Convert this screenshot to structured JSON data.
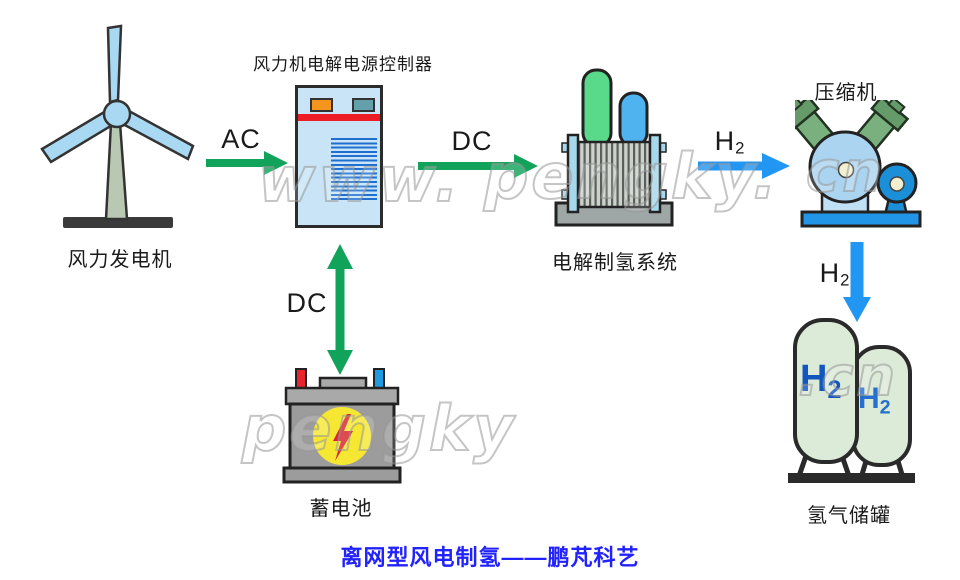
{
  "caption": {
    "text": "离网型风电制氢——鹏芃科艺",
    "color": "#2222ff"
  },
  "nodes": {
    "wind_turbine": {
      "label": "风力发电机"
    },
    "controller": {
      "label": "风力机电解电源控制器"
    },
    "electrolyzer": {
      "label": "电解制氢系统"
    },
    "compressor": {
      "label": "压缩机"
    },
    "battery": {
      "label": "蓄电池"
    },
    "hydrogen_tanks": {
      "label": "氢气储罐",
      "tank1_text": "H",
      "tank1_sub": "2",
      "tank2_text": "H",
      "tank2_sub": "2"
    }
  },
  "flows": {
    "ac_to_controller": {
      "label": "AC"
    },
    "dc_to_electrolyzer": {
      "label": "DC"
    },
    "h2_to_compressor": {
      "label": "H",
      "sub": "2"
    },
    "h2_to_tanks": {
      "label": "H",
      "sub": "2"
    },
    "dc_battery_link": {
      "label": "DC"
    }
  },
  "watermarks": {
    "row1_left": "www.",
    "row1_mid": "pengky.",
    "row1_right": "cn",
    "row2_left": "pengky",
    "row2_right": ".cn"
  },
  "colors": {
    "arrow_green": "#12a35b",
    "arrow_blue": "#2196f3",
    "caption_blue": "#2222ff",
    "tank_h2_blue": "#1356be"
  }
}
